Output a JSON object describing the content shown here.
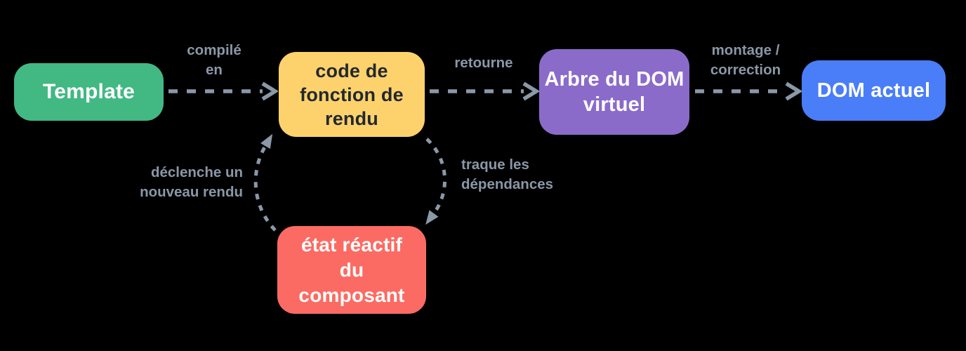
{
  "diagram": {
    "background": "#000000",
    "colors": {
      "arrow": "#8a98a8",
      "label": "#8a97a7"
    },
    "nodes": {
      "template": {
        "label": "Template",
        "color": "#42b883",
        "text_color": "#ffffff"
      },
      "render_function": {
        "lines": [
          "code de",
          "fonction de",
          "rendu"
        ],
        "color": "#fdd26c",
        "text_color": "#23282e"
      },
      "virtual_dom_tree": {
        "lines": [
          "Arbre du DOM",
          "virtuel"
        ],
        "color": "#8b6bc9",
        "text_color": "#ffffff"
      },
      "actual_dom": {
        "label": "DOM actuel",
        "color": "#4a7df8",
        "text_color": "#ffffff"
      },
      "reactive_state": {
        "lines": [
          "état réactif",
          "du",
          "composant"
        ],
        "color": "#fb6b63",
        "text_color": "#ffffff"
      }
    },
    "edge_labels": {
      "compile": {
        "lines": [
          "compilé",
          "en"
        ]
      },
      "returns": {
        "label": "retourne"
      },
      "mount": {
        "lines": [
          "montage /",
          "correction"
        ]
      },
      "track": {
        "lines": [
          "traque les",
          "dépendances"
        ]
      },
      "trigger": {
        "lines": [
          "déclenche un",
          "nouveau rendu"
        ]
      }
    }
  }
}
